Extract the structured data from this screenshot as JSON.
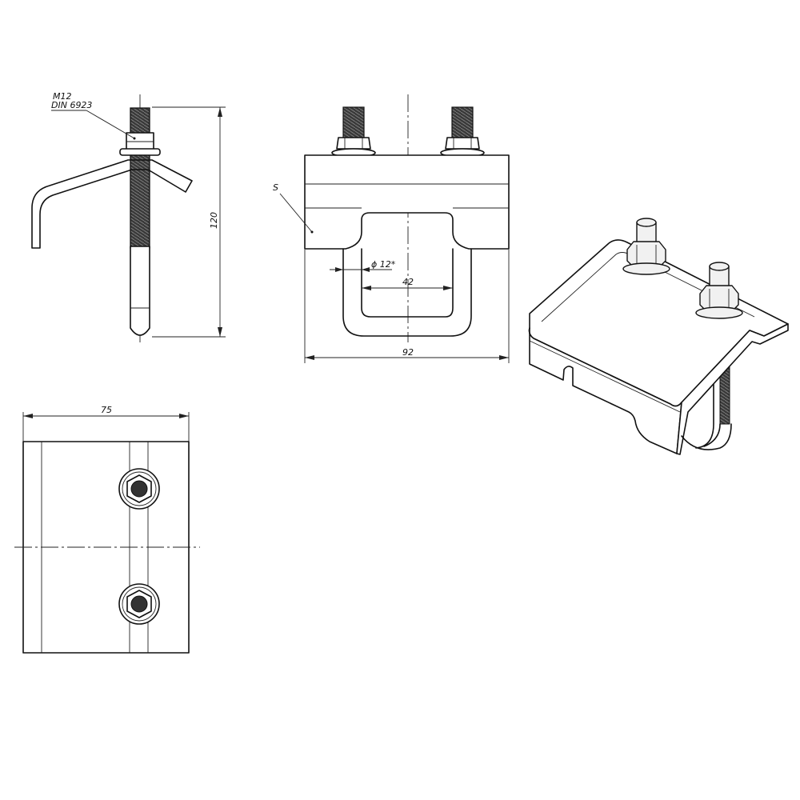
{
  "drawing": {
    "bolt_spec_line1": "M12",
    "bolt_spec_line2": "DIN 6923",
    "height_dim": "120",
    "width_dim": "92",
    "inner_width_dim": "42",
    "rod_diameter_dim": "ϕ 12*",
    "plate_thickness_label": "S",
    "top_width_dim": "75"
  },
  "colors": {
    "line": "#111111",
    "thread_fill": "#3a3a3a",
    "background": "#ffffff"
  }
}
